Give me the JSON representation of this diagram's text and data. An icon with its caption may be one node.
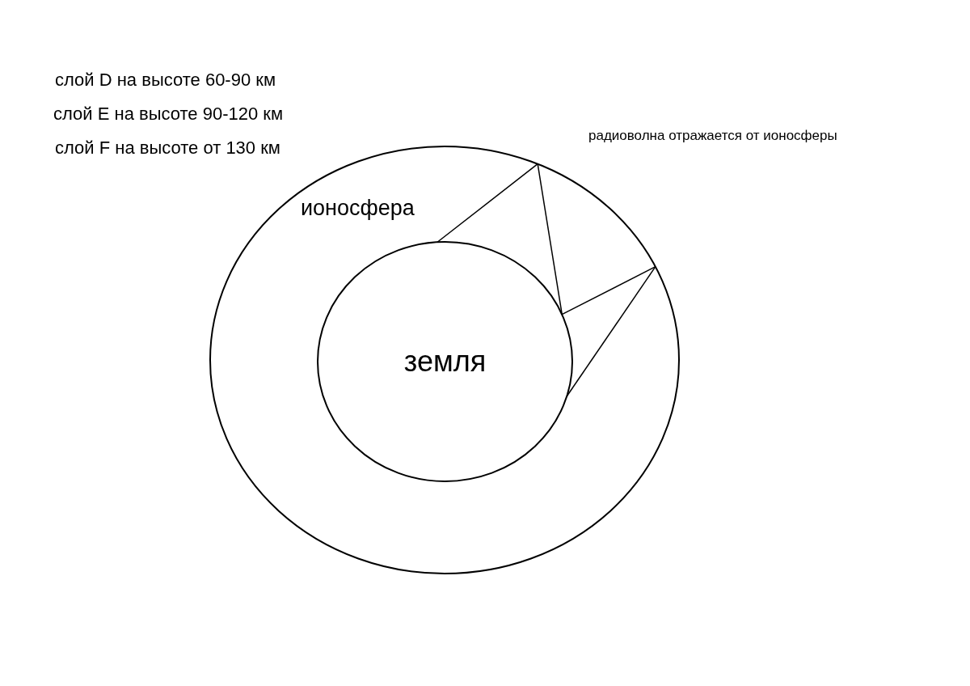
{
  "diagram": {
    "nodes": [
      {
        "text": [
          "ионосфера"
        ]
      },
      {
        "text": [
          "земля"
        ],
        "in": 0
      }
    ],
    "edges": [
      {
        "from": 1,
        "to": 0,
        "arrow": "none"
      },
      {
        "from": 0,
        "to": 1,
        "arrow": "none"
      },
      {
        "from": 1,
        "to": 0,
        "arrow": "none"
      },
      {
        "from": 0,
        "to": 1,
        "arrow": "none"
      }
    ],
    "labels": [
      "слой D на высоте 60-90 км",
      "слой E на высоте 90-120 км",
      "слой F на высоте от 130 км",
      "радиоволна отражается от ионосферы"
    ]
  }
}
